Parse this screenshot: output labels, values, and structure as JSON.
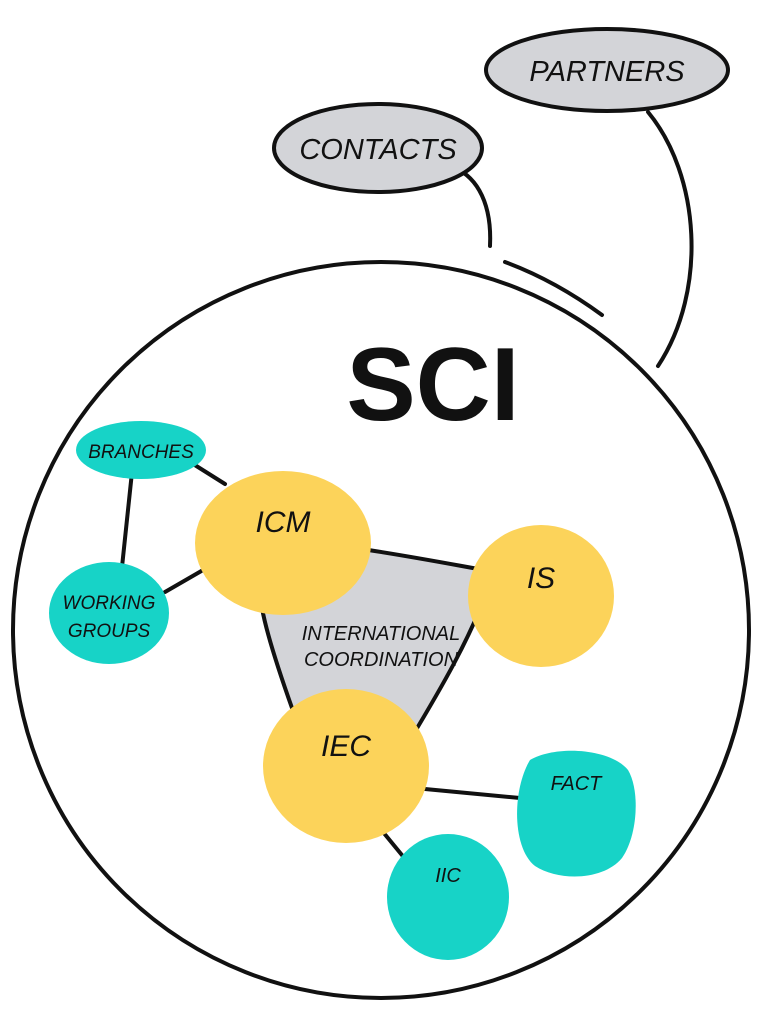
{
  "colors": {
    "outline": "#111111",
    "gray_fill": "#d3d4d8",
    "yellow_fill": "#fcd35a",
    "teal_fill": "#17d3c7",
    "background": "#ffffff"
  },
  "diagram": {
    "main_label": "SCI",
    "external": {
      "contacts": "CONTACTS",
      "partners": "PARTNERS"
    },
    "center_label": {
      "line1": "INTERNATIONAL",
      "line2": "COORDINATION"
    },
    "core_nodes": {
      "icm": "ICM",
      "is": "IS",
      "iec": "IEC"
    },
    "sub_nodes": {
      "branches": "BRANCHES",
      "working_groups_line1": "WORKING",
      "working_groups_line2": "GROUPS",
      "fact": "FACT",
      "iic": "IIC"
    }
  }
}
